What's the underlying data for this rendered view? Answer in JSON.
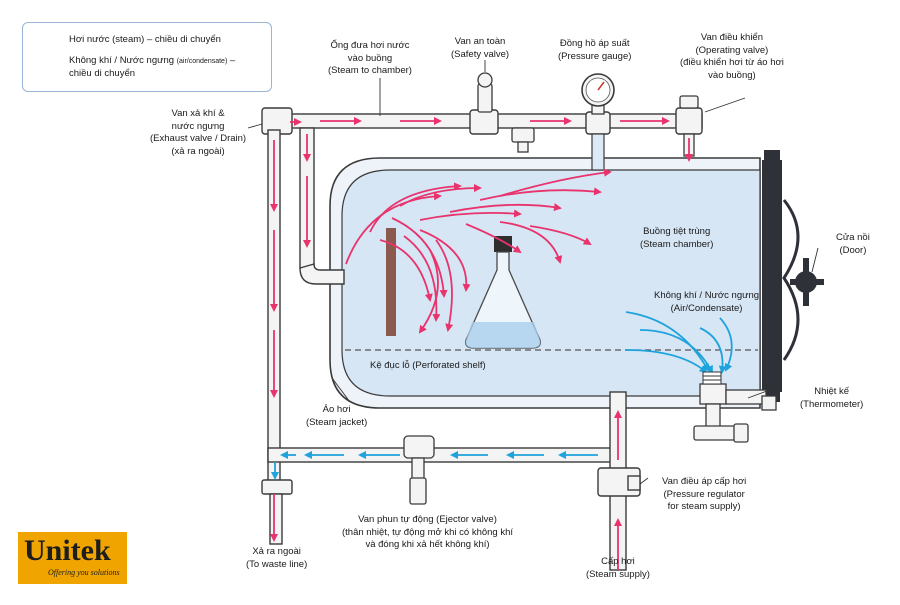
{
  "legend": {
    "steam": "Hơi nước (steam) – chiều di chuyển",
    "air_line1": "Không khí / Nước ngưng",
    "air_small": "(air/condensate)",
    "air_dash": " –",
    "air_line2": "chiều di chuyển"
  },
  "labels": {
    "steam_to_chamber": [
      "Ống đưa hơi nước",
      "vào buồng",
      "(Steam to chamber)"
    ],
    "safety_valve": [
      "Van an toàn",
      "(Safety valve)"
    ],
    "pressure_gauge": [
      "Đồng hồ áp suất",
      "(Pressure gauge)"
    ],
    "operating_valve": [
      "Van điều khiển",
      "(Operating valve)",
      "(điều khiển hơi từ áo hơi",
      "vào buồng)"
    ],
    "exhaust_valve": [
      "Van xả khí &",
      "nước ngưng",
      "(Exhaust valve / Drain)",
      "(xả ra ngoài)"
    ],
    "steam_chamber": [
      "Buồng tiệt trùng",
      "(Steam chamber)"
    ],
    "door": [
      "Cửa nồi",
      "(Door)"
    ],
    "air_condensate": [
      "Không khí / Nước ngưng",
      "(Air/Condensate)"
    ],
    "perforated_shelf": "Kệ đục lỗ (Perforated shelf)",
    "steam_jacket": [
      "Áo hơi",
      "(Steam jacket)"
    ],
    "thermometer": [
      "Nhiệt kế",
      "(Thermometer)"
    ],
    "pressure_regulator": [
      "Van điều áp cấp hơi",
      "(Pressure regulator",
      "for steam supply)"
    ],
    "ejector_valve": [
      "Van phun tự động (Ejector valve)",
      "(thân nhiệt, tự động mở khi có không khí",
      "và đóng khi xả hết không khí)"
    ],
    "waste_line": [
      "Xả ra ngoài",
      "(To waste line)"
    ],
    "steam_supply": [
      "Cấp hơi",
      "(Steam supply)"
    ]
  },
  "logo": {
    "name": "Unitek",
    "tagline": "Offering you solutions"
  },
  "colors": {
    "steam": "#e8336d",
    "air": "#1fa3dd",
    "pipe": "#f4f4f4",
    "pipe_stroke": "#3a3a3a",
    "chamber_fill": "#d6e6f5",
    "door": "#2e3238",
    "logo_bg": "#f0a400"
  }
}
